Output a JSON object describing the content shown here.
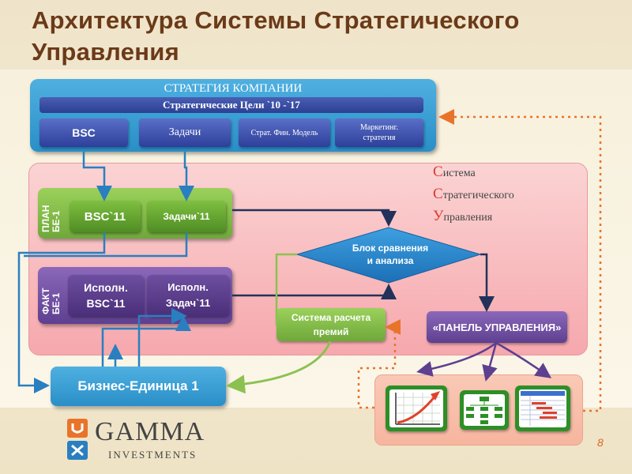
{
  "title": "Архитектура Системы Стратегического Управления",
  "strategy": {
    "heading": "СТРАТЕГИЯ КОМПАНИИ",
    "goals": "Стратегические Цели `10 -`17",
    "items": [
      "BSC",
      "Задачи",
      "Страт. Фин. Модель",
      "Маркетинг. стратегия"
    ]
  },
  "system": {
    "line1_cap": "С",
    "line1_rest": "истема",
    "line2_cap": "С",
    "line2_rest": "тратегического",
    "line3_cap": "У",
    "line3_rest": "правления"
  },
  "plan": {
    "label_line1": "ПЛАН",
    "label_line2": "БЕ-1",
    "bsc": "BSC`11",
    "tasks": "Задачи`11"
  },
  "fact": {
    "label_line1": "ФАКТ",
    "label_line2": "БЕ-1",
    "bsc": "Исполн. BSC`11",
    "tasks": "Исполн. Задач`11"
  },
  "compare_block": "Блок сравнения и анализа",
  "bonus_system": "Система расчета премий",
  "dashboard_panel": "«ПАНЕЛЬ УПРАВЛЕНИЯ»",
  "business_unit": "Бизнес-Единица 1",
  "logo": {
    "name": "GAMMA",
    "sub": "INVESTMENTS"
  },
  "page_number": "8",
  "colors": {
    "title": "#6b3a18",
    "blue": "#2a8fc8",
    "green": "#6fa83a",
    "purple": "#5e3f90",
    "pink": "#f6a8ad",
    "accent_red": "#d93a2f",
    "dotted_orange": "#e8742a"
  }
}
